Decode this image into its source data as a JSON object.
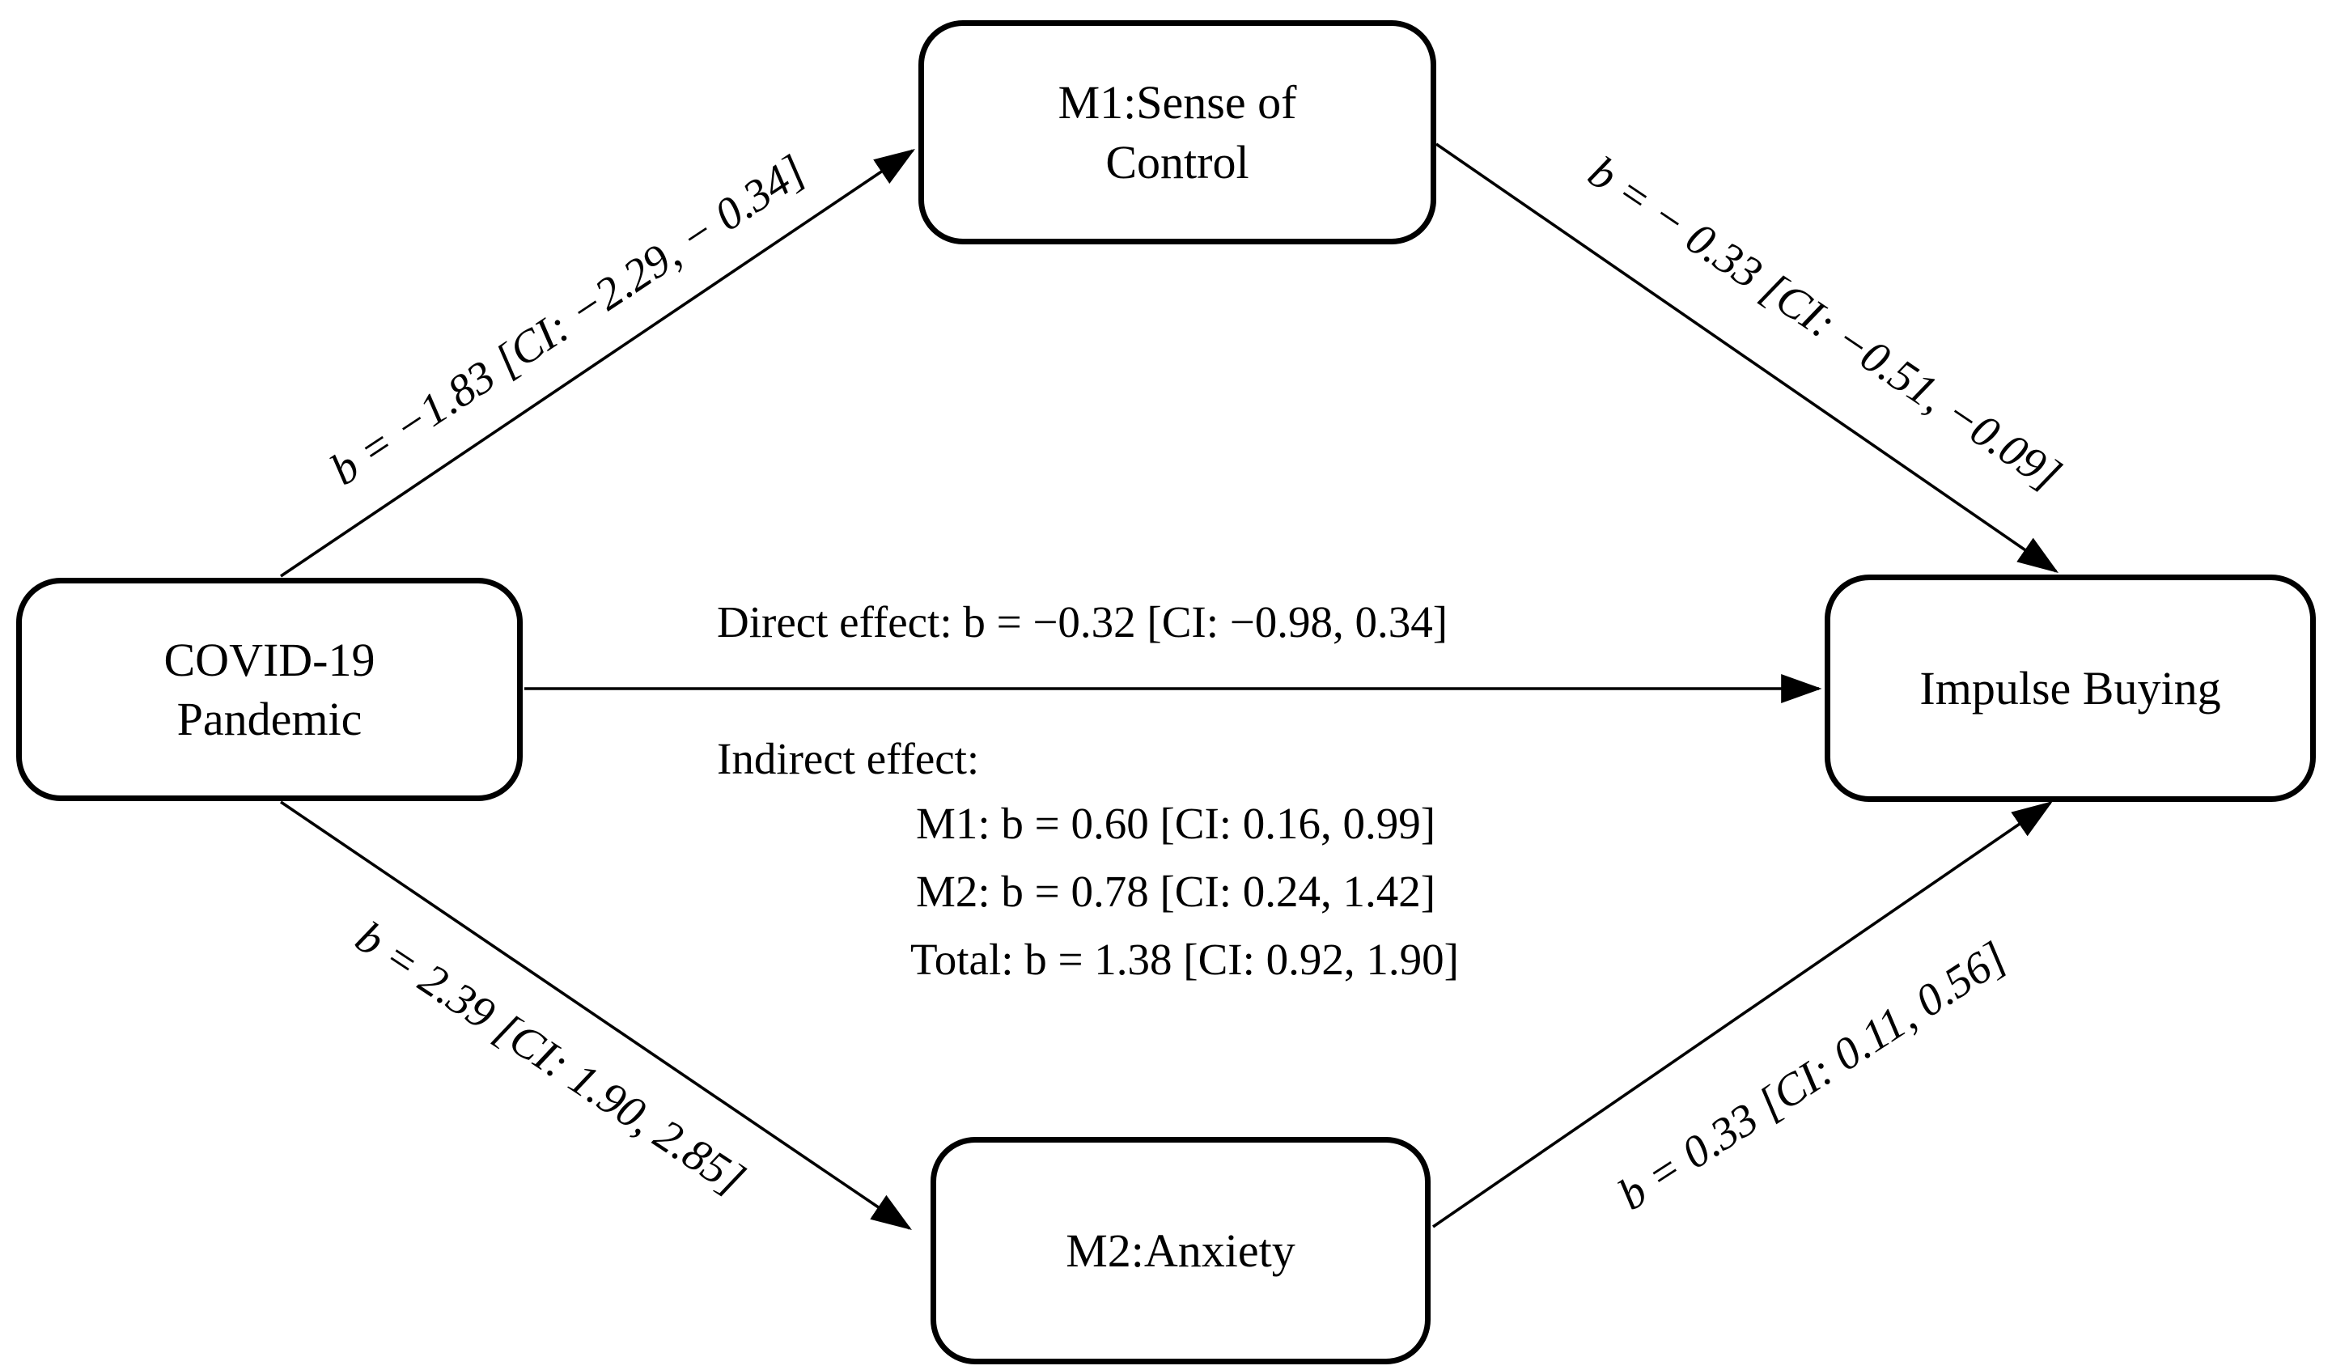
{
  "diagram": {
    "type": "mediation-path-model",
    "background_color": "#ffffff",
    "stroke_color": "#000000",
    "text_color": "#000000",
    "nodes": {
      "covid": {
        "line1": "COVID-19",
        "line2": "Pandemic"
      },
      "m1": {
        "line1": "M1:Sense of",
        "line2": "Control"
      },
      "m2": {
        "label": "M2:Anxiety"
      },
      "impulse": {
        "label": "Impulse Buying"
      }
    },
    "path_labels": {
      "x_to_m1": "b = −1.83  [CI: −2.29, − 0.34]",
      "m1_to_y": "b = − 0.33 [CI: −0.51, −0.09]",
      "x_to_m2": "b = 2.39 [CI: 1.90, 2.85]",
      "m2_to_y": "b = 0.33 [CI: 0.11, 0.56]",
      "direct": "Direct effect: b = −0.32  [CI: −0.98, 0.34]"
    },
    "indirect": {
      "heading": "Indirect effect:",
      "m1": "M1: b = 0.60  [CI:  0.16, 0.99]",
      "m2": "M2: b = 0.78  [CI:  0.24, 1.42]",
      "total": "Total: b = 1.38  [CI: 0.92, 1.90]"
    }
  }
}
